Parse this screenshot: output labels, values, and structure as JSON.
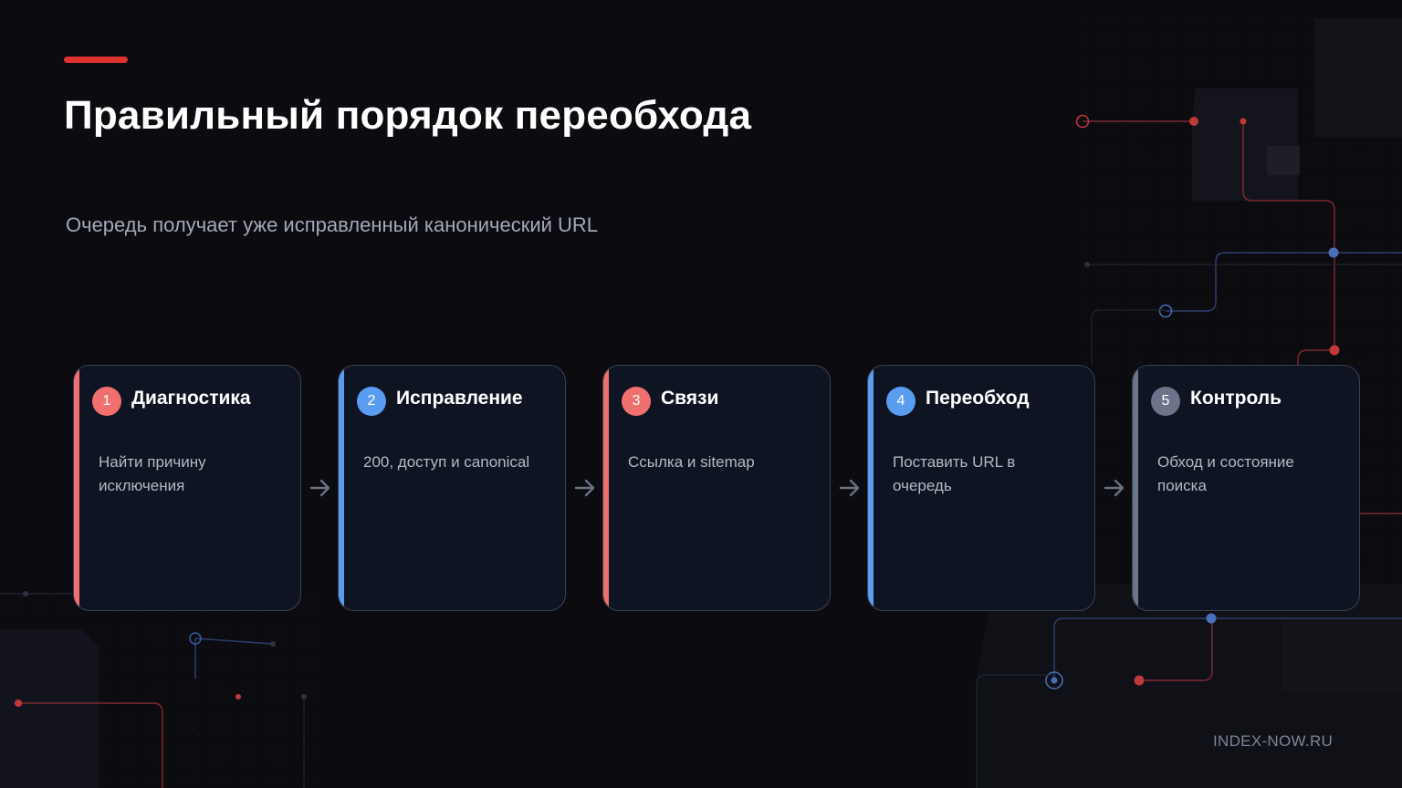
{
  "slide": {
    "title": "Правильный порядок переобхода",
    "subtitle": "Очередь получает уже исправленный канонический URL",
    "footer": "INDEX-NOW.RU"
  },
  "colors": {
    "accent_red": "#e0322f",
    "step_red": "#f07070",
    "step_blue": "#5a9cf0",
    "step_gray": "#6b7488"
  },
  "steps": [
    {
      "number": "1",
      "title": "Диагностика",
      "description": "Найти причину исключения",
      "color": "red"
    },
    {
      "number": "2",
      "title": "Исправление",
      "description": "200, доступ и canonical",
      "color": "blue"
    },
    {
      "number": "3",
      "title": "Связи",
      "description": "Ссылка и sitemap",
      "color": "red"
    },
    {
      "number": "4",
      "title": "Переобход",
      "description": "Поставить URL в очередь",
      "color": "blue"
    },
    {
      "number": "5",
      "title": "Контроль",
      "description": "Обход и состояние поиска",
      "color": "gray"
    }
  ],
  "icons": {
    "arrow": "arrow-right-icon"
  }
}
